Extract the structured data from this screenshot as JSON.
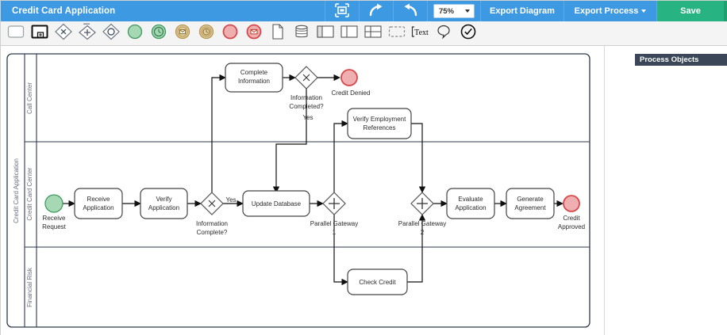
{
  "titlebar": {
    "title": "Credit Card Application",
    "fullscreen_icon": "fullscreen-icon",
    "redo_icon": "redo-icon",
    "undo_icon": "undo-icon",
    "zoom_value": "75%",
    "export_diagram_label": "Export Diagram",
    "export_process_label": "Export Process",
    "save_label": "Save",
    "help_icon": "help-icon",
    "bar_color": "#3d9ae2",
    "save_color": "#28b482"
  },
  "palette": {
    "items": [
      {
        "name": "task-tool",
        "title": "Task"
      },
      {
        "name": "subprocess-tool",
        "title": "Sub-Process"
      },
      {
        "name": "exclusive-gateway-tool",
        "title": "Exclusive Gateway"
      },
      {
        "name": "parallel-gateway-tool",
        "title": "Parallel Gateway"
      },
      {
        "name": "inclusive-gateway-tool",
        "title": "Inclusive Gateway"
      },
      {
        "name": "start-event-tool",
        "title": "Start Event"
      },
      {
        "name": "start-timer-event-tool",
        "title": "Start Timer Event"
      },
      {
        "name": "intermediate-message-event-tool",
        "title": "Intermediate Message Event"
      },
      {
        "name": "intermediate-timer-event-tool",
        "title": "Intermediate Timer Event"
      },
      {
        "name": "end-event-tool",
        "title": "End Event"
      },
      {
        "name": "end-message-event-tool",
        "title": "End Message Event"
      },
      {
        "name": "data-object-tool",
        "title": "Data Object"
      },
      {
        "name": "data-store-tool",
        "title": "Data Store"
      },
      {
        "name": "pool-horizontal-tool",
        "title": "Pool"
      },
      {
        "name": "lane-vertical-tool",
        "title": "Lane"
      },
      {
        "name": "lane-horizontal-tool",
        "title": "Horizontal Lane"
      },
      {
        "name": "group-tool",
        "title": "Group"
      },
      {
        "name": "text-annotation-tool",
        "title": "Text Annotation"
      },
      {
        "name": "message-tool",
        "title": "Message"
      },
      {
        "name": "validate-tool",
        "title": "Validate"
      }
    ]
  },
  "right_panel": {
    "header": "Process Objects"
  },
  "diagram": {
    "pool_name": "Credit Card Application",
    "lanes": [
      {
        "name": "Call Center"
      },
      {
        "name": "Credit Card Center"
      },
      {
        "name": "Financial Risk"
      }
    ],
    "events": [
      {
        "id": "start",
        "name": "Receive Request",
        "type": "start",
        "color": "#8fcfa5"
      },
      {
        "id": "credit_denied",
        "name": "Credit Denied",
        "type": "end",
        "color": "#e9a0a0"
      },
      {
        "id": "credit_approved",
        "name": "Credit Approved",
        "type": "end",
        "color": "#e9a0a0"
      }
    ],
    "tasks": [
      {
        "id": "receive_application",
        "name_1": "Receive",
        "name_2": "Application"
      },
      {
        "id": "verify_application",
        "name_1": "Verify",
        "name_2": "Application"
      },
      {
        "id": "complete_information",
        "name_1": "Complete",
        "name_2": "Information"
      },
      {
        "id": "update_database",
        "name_1": "Update Database",
        "name_2": ""
      },
      {
        "id": "verify_employment_references",
        "name_1": "Verify Employment",
        "name_2": "References"
      },
      {
        "id": "check_credit",
        "name_1": "Check Credit",
        "name_2": ""
      },
      {
        "id": "evaluate_application",
        "name_1": "Evaluate",
        "name_2": "Application"
      },
      {
        "id": "generate_agreement",
        "name_1": "Generate",
        "name_2": "Agreement"
      }
    ],
    "gateways": [
      {
        "id": "info_complete",
        "type": "exclusive",
        "name_1": "Information",
        "name_2": "Complete?"
      },
      {
        "id": "info_completed",
        "type": "exclusive",
        "name_1": "Information",
        "name_2": "Completed?"
      },
      {
        "id": "parallel_1",
        "type": "parallel",
        "name_1": "Parallel Gateway",
        "name_2": "1"
      },
      {
        "id": "parallel_2",
        "type": "parallel",
        "name_1": "Parallel Gateway",
        "name_2": "2"
      }
    ],
    "flow_labels": [
      {
        "id": "yes_1",
        "text": "Yes"
      },
      {
        "id": "yes_2",
        "text": "Yes"
      }
    ]
  }
}
